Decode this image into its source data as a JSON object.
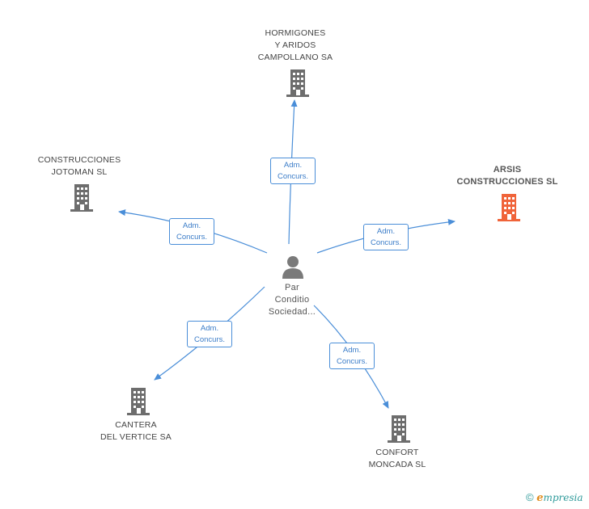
{
  "person": {
    "label_lines": [
      "Par",
      "Conditio",
      "Sociedad..."
    ]
  },
  "companies": [
    {
      "key": "hormigones",
      "lines": [
        "HORMIGONES",
        "Y ARIDOS",
        "CAMPOLLANO SA"
      ],
      "highlight": false
    },
    {
      "key": "arsis",
      "lines": [
        "ARSIS",
        "CONSTRUCCIONES SL"
      ],
      "highlight": true
    },
    {
      "key": "jotoman",
      "lines": [
        "CONSTRUCCIONES",
        "JOTOMAN SL"
      ],
      "highlight": false
    },
    {
      "key": "cantera",
      "lines": [
        "CANTERA",
        "DEL VERTICE SA"
      ],
      "highlight": false
    },
    {
      "key": "confort",
      "lines": [
        "CONFORT",
        "MONCADA SL"
      ],
      "highlight": false
    }
  ],
  "edges": [
    {
      "target": "hormigones",
      "role_lines": [
        "Adm.",
        "Concurs."
      ]
    },
    {
      "target": "arsis",
      "role_lines": [
        "Adm.",
        "Concurs."
      ]
    },
    {
      "target": "jotoman",
      "role_lines": [
        "Adm.",
        "Concurs."
      ]
    },
    {
      "target": "cantera",
      "role_lines": [
        "Adm.",
        "Concurs."
      ]
    },
    {
      "target": "confort",
      "role_lines": [
        "Adm.",
        "Concurs."
      ]
    }
  ],
  "colors": {
    "edge": "#4a8ed8",
    "building": "#6d6d6d",
    "building_highlight": "#f0643a",
    "person": "#7a7a7a"
  },
  "icons": {
    "company": "building-icon",
    "person": "person-icon",
    "copyright": "copyright-icon"
  },
  "footer": {
    "copyright_symbol": "©",
    "brand_initial": "e",
    "brand_rest": "mpresia"
  }
}
